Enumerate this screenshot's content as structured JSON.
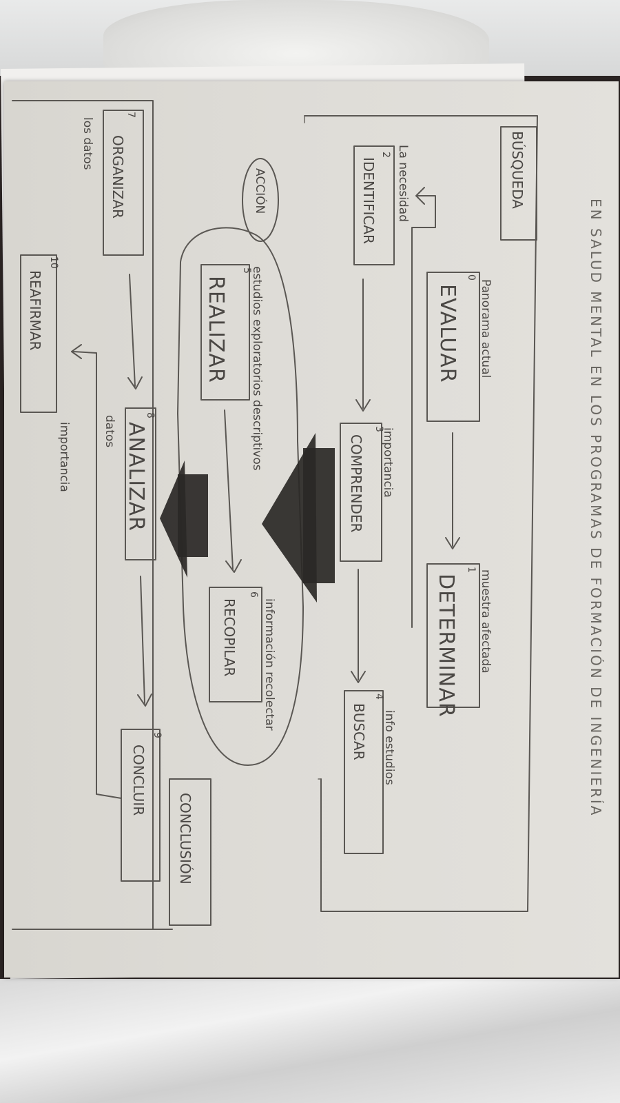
{
  "title": "EN SALUD MENTAL EN LOS PROGRAMAS DE FORMACIÓN DE INGENIERÍA",
  "sections": {
    "busqueda": "BÚSQUEDA",
    "accion": "ACCIÓN",
    "conclusion": "CONCLUSIÓN"
  },
  "steps": [
    {
      "num": "0",
      "verb": "EVALUAR",
      "note": "Panorama actual"
    },
    {
      "num": "1",
      "verb": "DETERMINAR",
      "note": "muestra afectada"
    },
    {
      "num": "2",
      "verb": "IDENTIFICAR",
      "note": "La necesidad"
    },
    {
      "num": "3",
      "verb": "COMPRENDER",
      "note": "importancia"
    },
    {
      "num": "4",
      "verb": "BUSCAR",
      "note": "info estudios"
    },
    {
      "num": "5",
      "verb": "REALIZAR",
      "note": "estudios exploratorios descriptivos"
    },
    {
      "num": "6",
      "verb": "RECOPILAR",
      "note": "información recolectar"
    },
    {
      "num": "7",
      "verb": "ORGANIZAR",
      "note": "los datos"
    },
    {
      "num": "8",
      "verb": "ANALIZAR",
      "note": "datos"
    },
    {
      "num": "9",
      "verb": "CONCLUIR",
      "note": ""
    },
    {
      "num": "10",
      "verb": "REAFIRMAR",
      "note": "importancia"
    }
  ]
}
